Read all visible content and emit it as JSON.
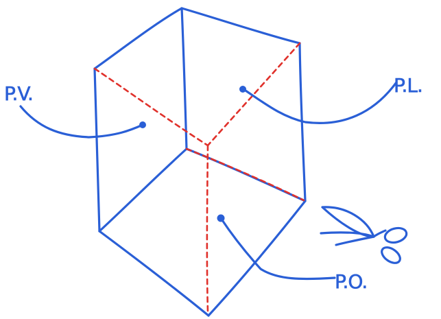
{
  "labels": {
    "pv": "P.V.",
    "pl": "P.L.",
    "po": "P.O."
  },
  "icons": {
    "eye": "eye-sketch-icon"
  },
  "colors": {
    "line": "#2a5fd6",
    "hidden": "#e0312b",
    "background": "#ffffff"
  }
}
